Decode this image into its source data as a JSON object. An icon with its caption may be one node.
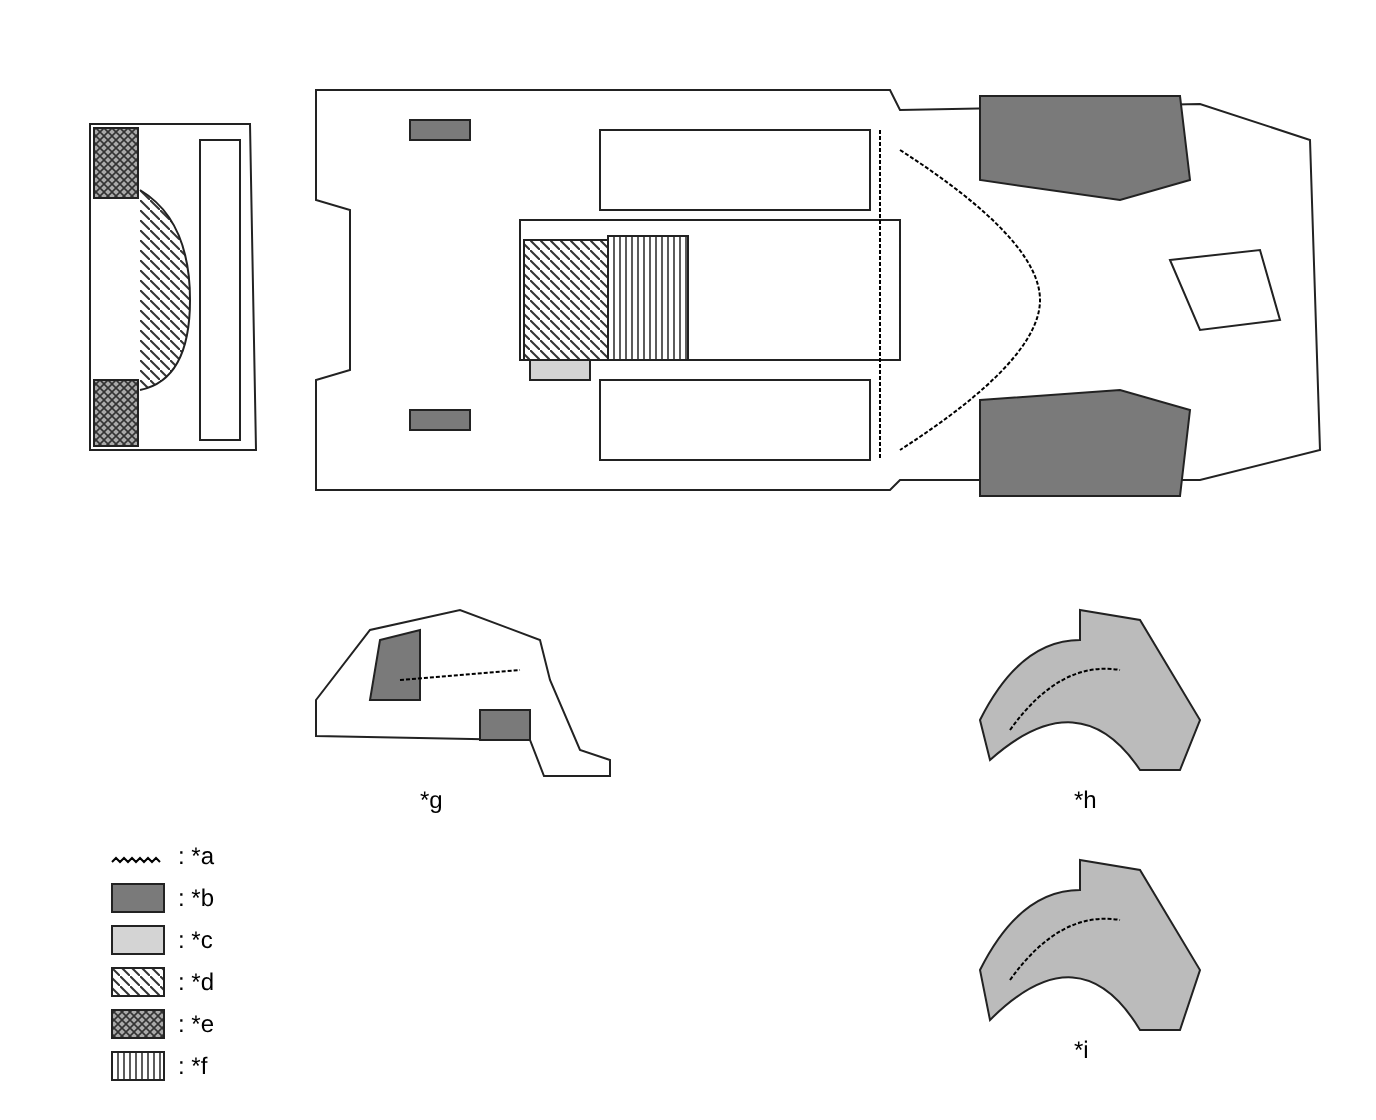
{
  "diagram": {
    "labels": [
      "*g",
      "*h",
      "*i"
    ],
    "legend": [
      {
        "text": ": *a"
      },
      {
        "text": ": *b",
        "color": "#7a7a7a"
      },
      {
        "text": ": *c",
        "color": "#d4d4d4"
      },
      {
        "text": ": *d"
      },
      {
        "text": ": *e"
      },
      {
        "text": ": *f"
      }
    ]
  }
}
